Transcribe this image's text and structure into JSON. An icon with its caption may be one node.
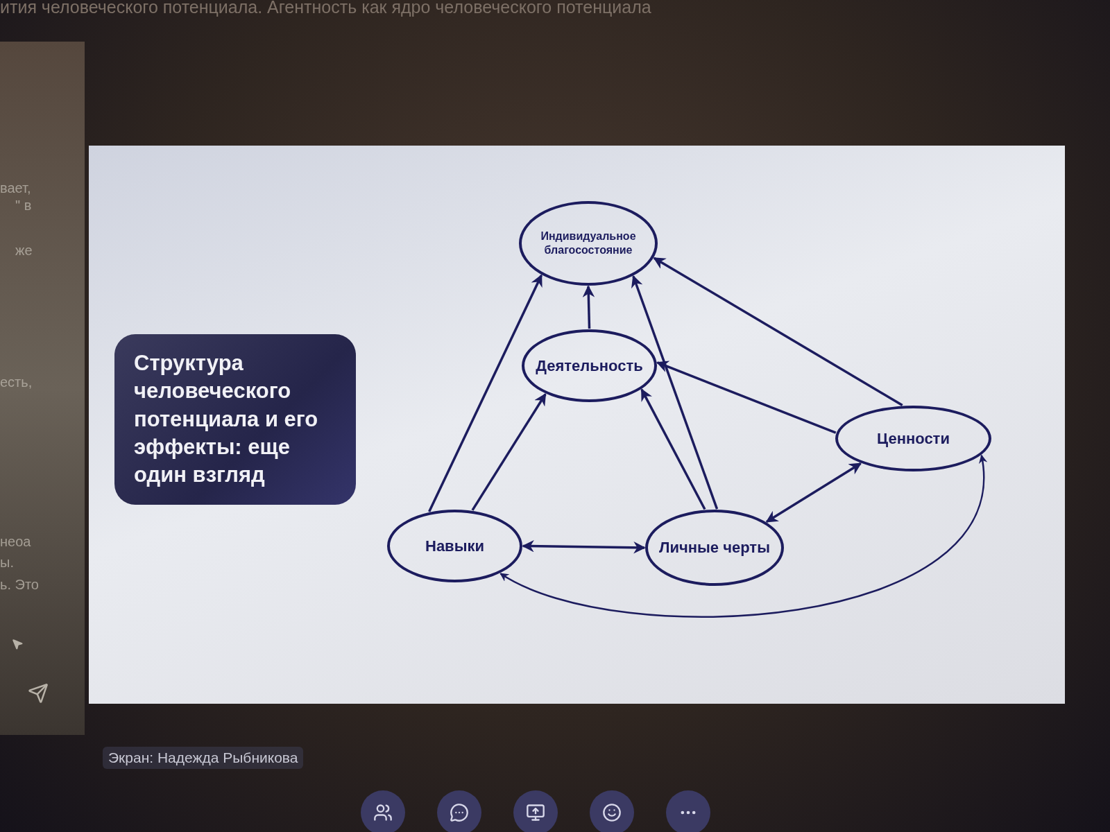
{
  "diagram": {
    "nodes": [
      {
        "text": [
          "Структура человеческого потенциала и его эффекты: еще один взгляд"
        ]
      },
      {
        "text": [
          "Индивидуальное благосостояние"
        ]
      },
      {
        "text": [
          "Деятельность"
        ]
      },
      {
        "text": [
          "Ценности"
        ]
      },
      {
        "text": [
          "Навыки"
        ]
      },
      {
        "text": [
          "Личные черты"
        ]
      }
    ],
    "edges": [
      {
        "from": 2,
        "to": 1,
        "arrow": "to"
      },
      {
        "from": 4,
        "to": 1,
        "arrow": "to"
      },
      {
        "from": 4,
        "to": 2,
        "arrow": "to"
      },
      {
        "from": 5,
        "to": 1,
        "arrow": "to"
      },
      {
        "from": 5,
        "to": 2,
        "arrow": "to"
      },
      {
        "from": 3,
        "to": 1,
        "arrow": "to"
      },
      {
        "from": 3,
        "to": 2,
        "arrow": "to"
      },
      {
        "from": 4,
        "to": 5,
        "arrow": "both"
      },
      {
        "from": 5,
        "to": 3,
        "arrow": "both"
      },
      {
        "from": 4,
        "to": 3,
        "arrow": "both"
      }
    ],
    "labels": [
      "ития человеческого потенциала. Агентность как ядро человеческого потенциала",
      "вает,",
      "\" в",
      "же",
      "есть,",
      "неоа",
      "ы.",
      "ь. Это",
      "Экран: Надежда Рыбникова"
    ]
  }
}
